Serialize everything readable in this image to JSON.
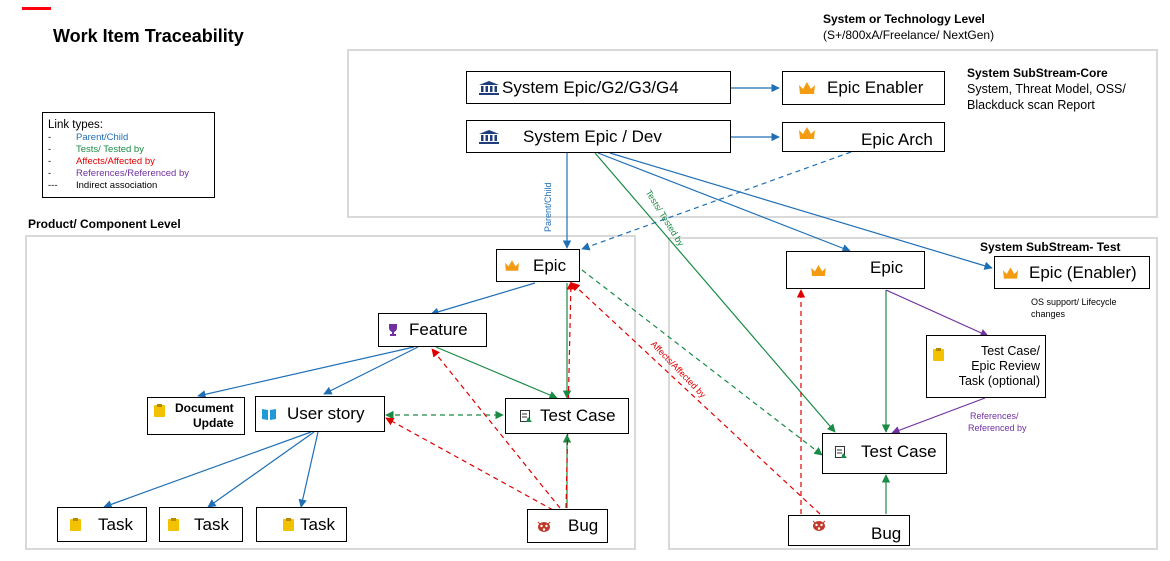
{
  "title": "Work Item Traceability",
  "colors": {
    "parent_child": "#1f6fb5",
    "tests": "#1a8a45",
    "affects": "#e00000",
    "references": "#7030a0",
    "accent": "#ff000f",
    "crown": "#f39c12",
    "region_border": "#d9d9d9"
  },
  "regions": {
    "system": {
      "label": "System or Technology Level",
      "sub": "(S+/800xA/Freelance/ NextGen)"
    },
    "core": {
      "label": "System SubStream-Core",
      "note": "System, Threat Model, OSS/ Blackduck scan Report"
    },
    "product": {
      "label": "Product/ Component Level"
    },
    "test": {
      "label": "System SubStream- Test",
      "note": "OS support/ Lifecycle changes"
    }
  },
  "legend": {
    "header": "Link types:",
    "items": [
      {
        "dash": "-",
        "text": "Parent/Child"
      },
      {
        "dash": "-",
        "text": "Tests/ Tested by"
      },
      {
        "dash": "-",
        "text": "Affects/Affected by"
      },
      {
        "dash": "-",
        "text": "References/Referenced by"
      },
      {
        "dash": "---",
        "text": "Indirect association"
      }
    ]
  },
  "nodes": {
    "sys_epic_g": {
      "label": "System Epic/G2/G3/G4",
      "icon": "bank-icon"
    },
    "epic_enabler": {
      "label": "Epic Enabler",
      "icon": "crown-icon"
    },
    "sys_epic_dev": {
      "label": "System Epic / Dev",
      "icon": "bank-icon"
    },
    "epic_arch": {
      "label": "Epic Arch",
      "icon": "crown-icon"
    },
    "epic_p": {
      "label": "Epic",
      "icon": "crown-icon"
    },
    "feature": {
      "label": "Feature",
      "icon": "trophy-icon"
    },
    "doc_update_1": {
      "label": "Document",
      "icon": "clipboard-icon"
    },
    "doc_update_2": {
      "label": "Update"
    },
    "user_story": {
      "label": "User story",
      "icon": "book-icon"
    },
    "test_case_p": {
      "label": "Test Case",
      "icon": "flask-icon"
    },
    "task1": {
      "label": "Task",
      "icon": "clipboard-icon"
    },
    "task2": {
      "label": "Task",
      "icon": "clipboard-icon"
    },
    "task3": {
      "label": "Task",
      "icon": "clipboard-icon"
    },
    "bug_p": {
      "label": "Bug",
      "icon": "bug-icon"
    },
    "epic_t": {
      "label": "Epic",
      "icon": "crown-icon"
    },
    "epic_enabler_t": {
      "label": "Epic (Enabler)",
      "icon": "crown-icon"
    },
    "tc_review_1": {
      "label": "Test Case/",
      "icon": "clipboard-icon"
    },
    "tc_review_2": {
      "label": "Epic Review"
    },
    "tc_review_3": {
      "label": "Task (optional)"
    },
    "test_case_t": {
      "label": "Test Case",
      "icon": "flask-icon"
    },
    "bug_t": {
      "label": "Bug",
      "icon": "bug-icon"
    }
  },
  "edge_labels": {
    "parent_child": "Parent/Child",
    "tests": "Tests/ Tested by",
    "affects": "Affects/Affected by",
    "references_1": "References/",
    "references_2": "Referenced by"
  }
}
